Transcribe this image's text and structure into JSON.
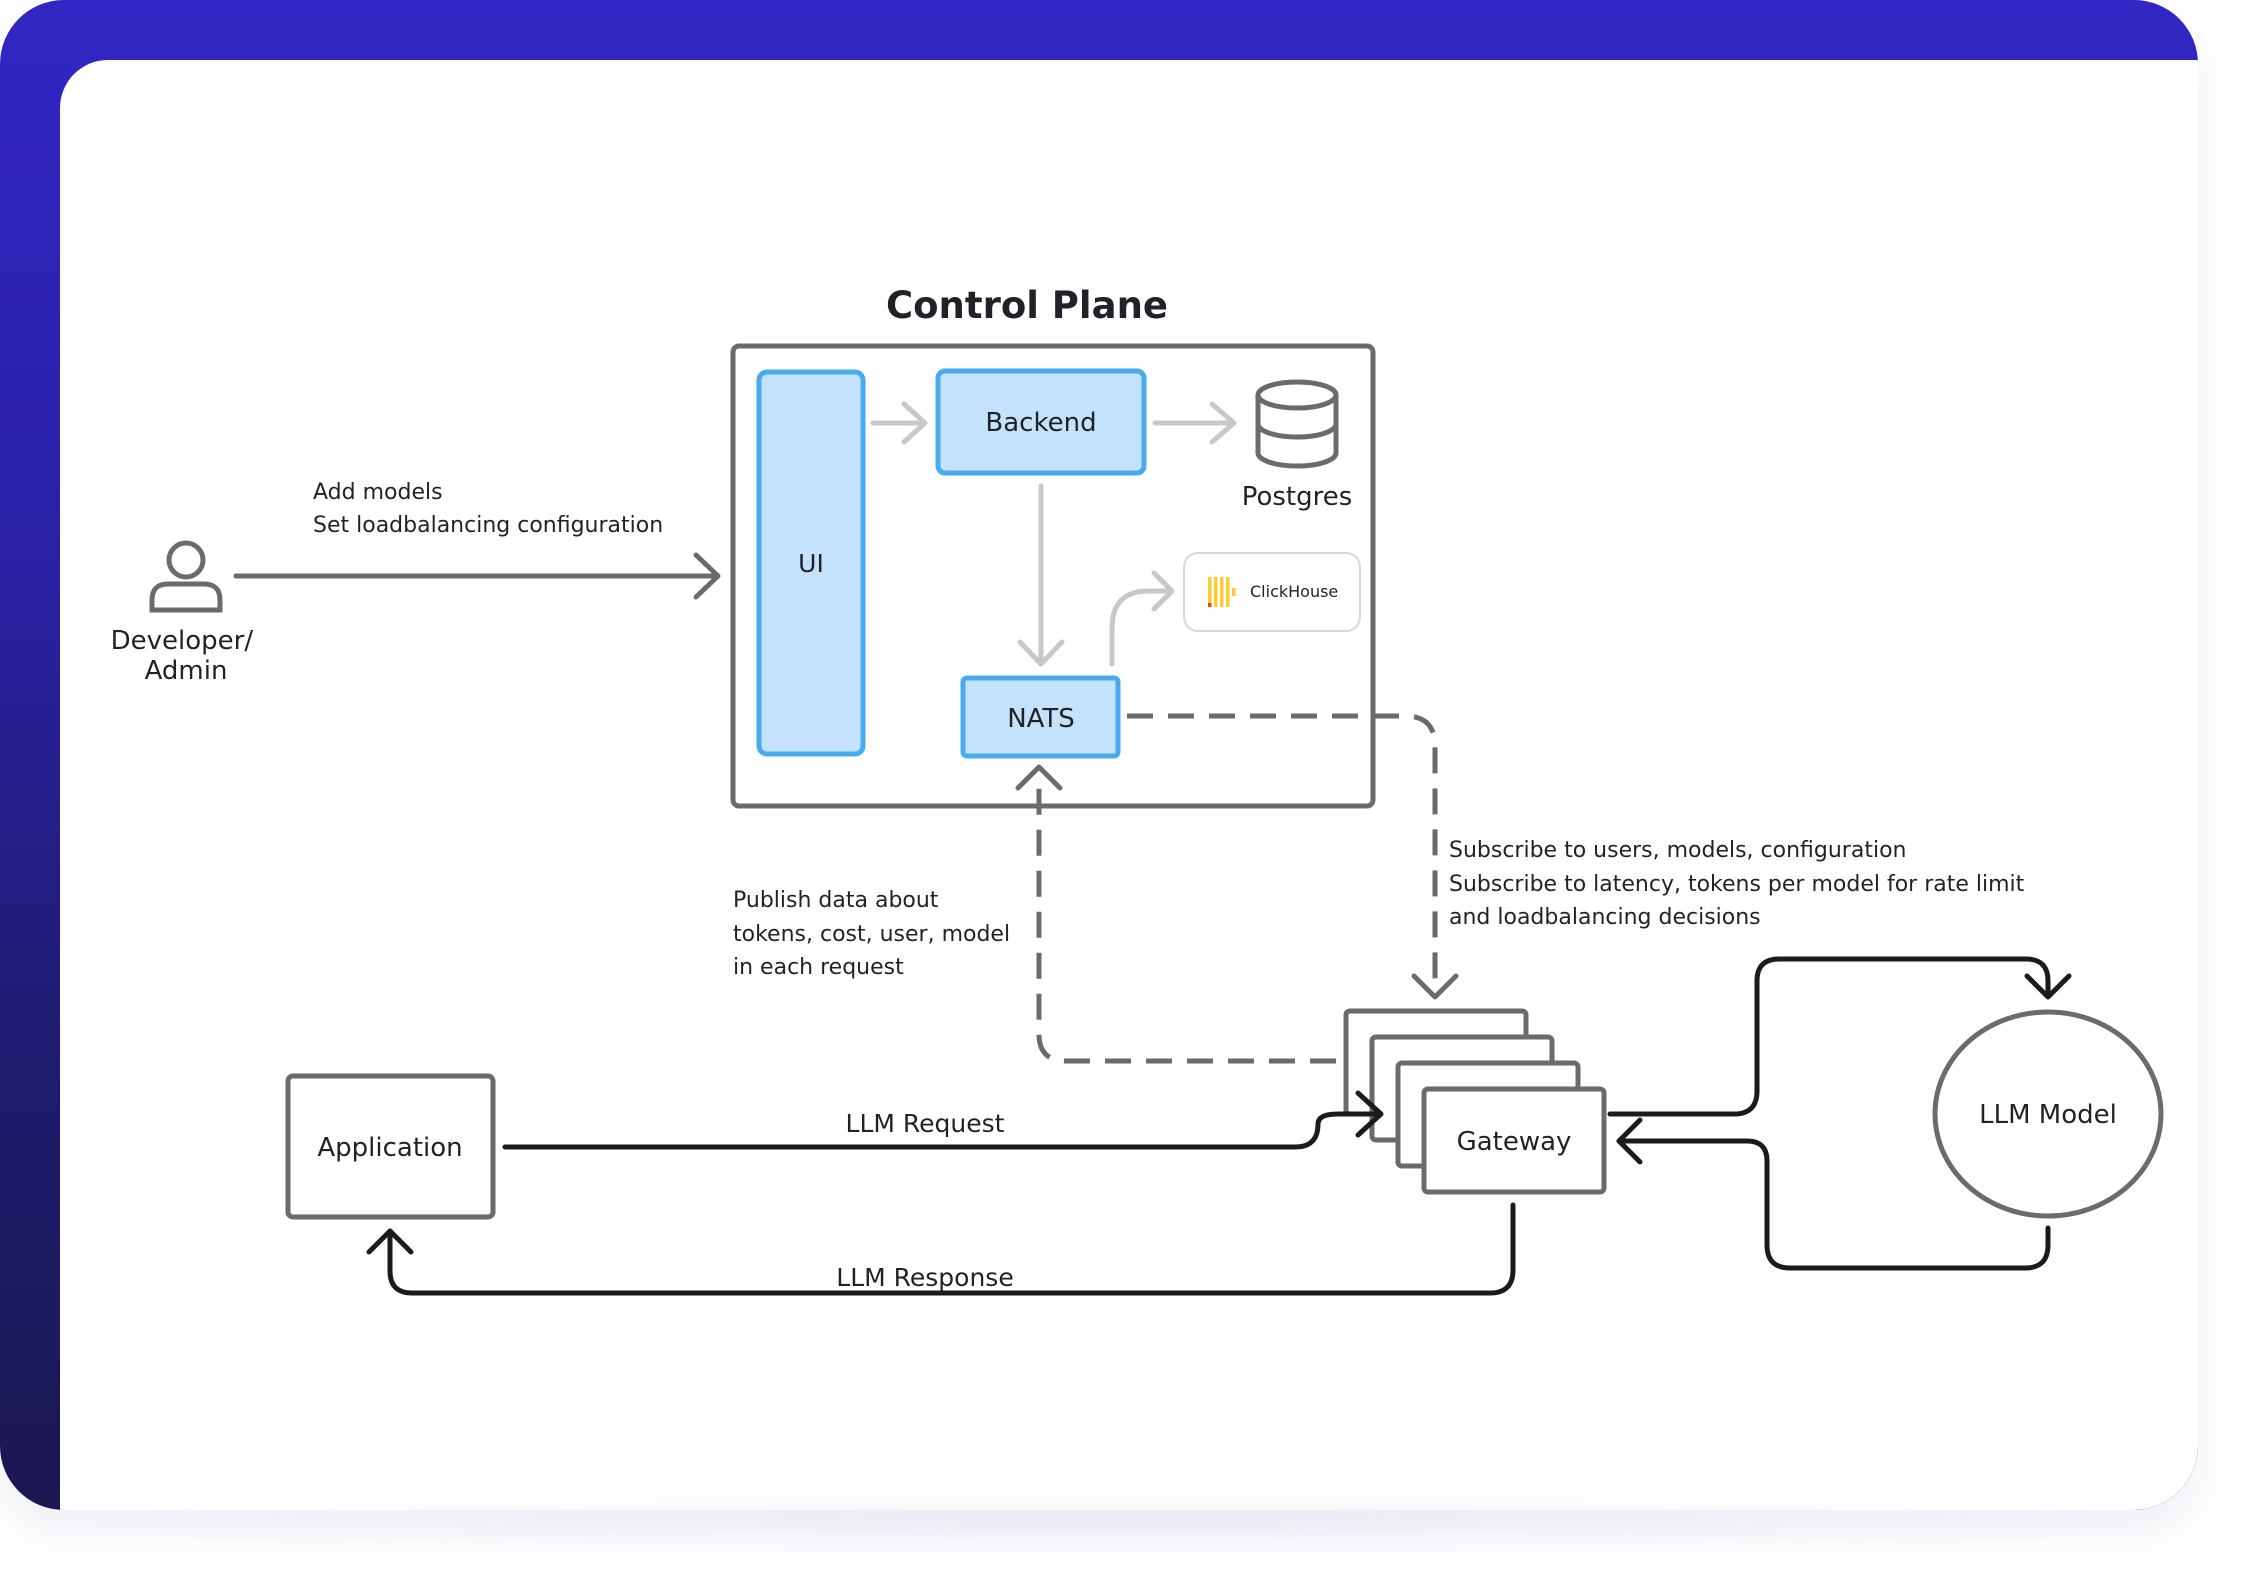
{
  "title": "Control Plane",
  "nodes": {
    "ui": "UI",
    "backend": "Backend",
    "postgres": "Postgres",
    "clickhouse": "ClickHouse",
    "nats": "NATS",
    "developer": [
      "Developer/",
      "Admin"
    ],
    "application": "Application",
    "gateway": "Gateway",
    "llm_model": "LLM Model"
  },
  "edges": {
    "developer_to_ui": [
      "Add models",
      "Set loadbalancing configuration"
    ],
    "gateway_publish": [
      "Publish data about",
      "tokens, cost, user, model",
      "in each request"
    ],
    "nats_subscribe": [
      "Subscribe to users, models, configuration",
      "Subscribe to latency, tokens per model for rate limit",
      "and loadbalancing decisions"
    ],
    "llm_request": "LLM Request",
    "llm_response": "LLM Response"
  },
  "colors": {
    "frame": "#2f25c0",
    "box_fill_blue": "#c4e2fb",
    "box_stroke_blue": "#4aaaf0",
    "gray_stroke": "#6b6b6b",
    "dark_line": "#1b1b1b",
    "light_arrow": "#c8c8c8",
    "clickhouse_yellow": "#fbcd2e",
    "clickhouse_red": "#e8432a"
  },
  "icons": [
    "user-icon",
    "database-icon",
    "clickhouse-logo"
  ]
}
